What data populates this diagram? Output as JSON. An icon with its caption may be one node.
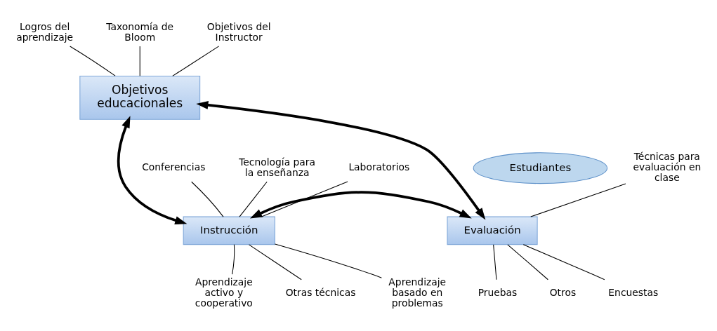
{
  "diagram": {
    "nodes": [
      {
        "text": [
          "Objetivos educacionales"
        ]
      },
      {
        "text": [
          "Instrucción"
        ]
      },
      {
        "text": [
          "Evaluación"
        ]
      },
      {
        "text": [
          "Estudiantes"
        ]
      },
      {
        "text": [
          "Logros del aprendizaje"
        ]
      },
      {
        "text": [
          "Taxonomía de Bloom"
        ]
      },
      {
        "text": [
          "Objetivos del Instructor"
        ]
      },
      {
        "text": [
          "Tecnología para la enseñanza"
        ]
      },
      {
        "text": [
          "Conferencias"
        ]
      },
      {
        "text": [
          "Laboratorios"
        ]
      },
      {
        "text": [
          "Técnicas para evaluación en clase"
        ]
      },
      {
        "text": [
          "Aprendizaje activo y cooperativo"
        ]
      },
      {
        "text": [
          "Otras técnicas"
        ]
      },
      {
        "text": [
          "Aprendizaje basado en problemas"
        ]
      },
      {
        "text": [
          "Pruebas"
        ]
      },
      {
        "text": [
          "Otros"
        ]
      },
      {
        "text": [
          "Encuestas"
        ]
      }
    ],
    "edges": [
      {
        "from": 0,
        "to": 1,
        "arrow": "both",
        "style": "thick"
      },
      {
        "from": 0,
        "to": 2,
        "arrow": "both",
        "style": "thick"
      },
      {
        "from": 1,
        "to": 2,
        "arrow": "both",
        "style": "thick"
      },
      {
        "from": 4,
        "to": 0,
        "arrow": "none"
      },
      {
        "from": 5,
        "to": 0,
        "arrow": "none"
      },
      {
        "from": 6,
        "to": 0,
        "arrow": "none"
      },
      {
        "from": 7,
        "to": 1,
        "arrow": "none"
      },
      {
        "from": 8,
        "to": 1,
        "arrow": "none"
      },
      {
        "from": 9,
        "to": 1,
        "arrow": "none"
      },
      {
        "from": 10,
        "to": 2,
        "arrow": "none"
      },
      {
        "from": 11,
        "to": 1,
        "arrow": "none"
      },
      {
        "from": 12,
        "to": 1,
        "arrow": "none"
      },
      {
        "from": 13,
        "to": 1,
        "arrow": "none"
      },
      {
        "from": 14,
        "to": 2,
        "arrow": "none"
      },
      {
        "from": 15,
        "to": 2,
        "arrow": "none"
      },
      {
        "from": 16,
        "to": 2,
        "arrow": "none"
      }
    ]
  }
}
